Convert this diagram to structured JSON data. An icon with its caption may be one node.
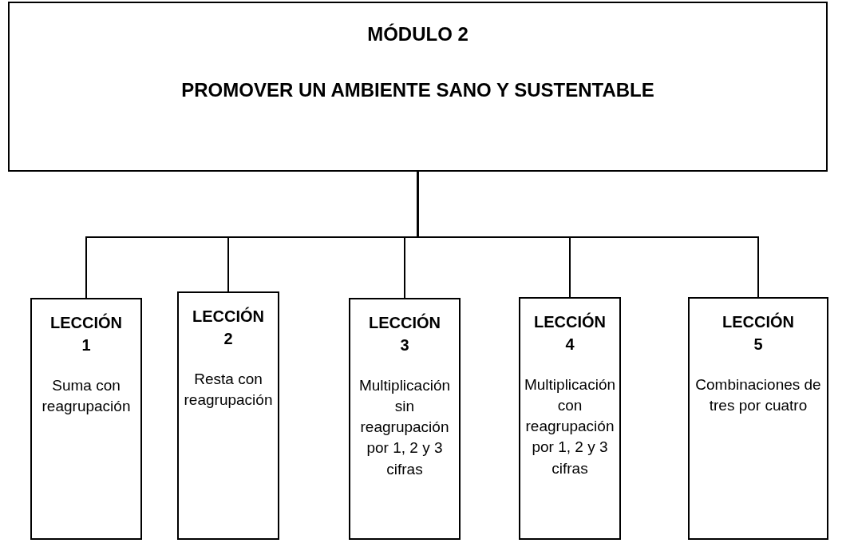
{
  "diagram": {
    "nodes": [
      {
        "text": [
          "MÓDULO 2",
          "PROMOVER UN AMBIENTE SANO Y SUSTENTABLE"
        ]
      },
      {
        "text": [
          "LECCIÓN 1",
          "Suma con reagrupación"
        ]
      },
      {
        "text": [
          "LECCIÓN 2",
          "Resta con reagrupación"
        ]
      },
      {
        "text": [
          "LECCIÓN 3",
          "Multiplicación sin reagrupación por 1, 2 y 3 cifras"
        ]
      },
      {
        "text": [
          "LECCIÓN 4",
          "Multiplicación con reagrupación por 1, 2 y 3 cifras"
        ]
      },
      {
        "text": [
          "LECCIÓN 5",
          "Combinaciones de tres por cuatro"
        ]
      }
    ],
    "edges": [
      {
        "from": 0,
        "to": 1,
        "arrow": "none"
      },
      {
        "from": 0,
        "to": 2,
        "arrow": "none"
      },
      {
        "from": 0,
        "to": 3,
        "arrow": "none"
      },
      {
        "from": 0,
        "to": 4,
        "arrow": "none"
      },
      {
        "from": 0,
        "to": 5,
        "arrow": "none"
      }
    ]
  }
}
